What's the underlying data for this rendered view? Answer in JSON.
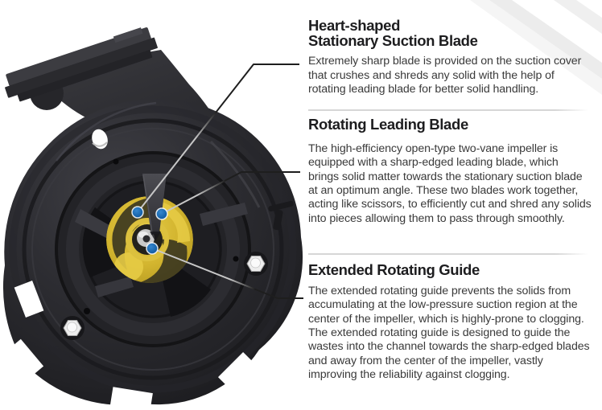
{
  "page": {
    "background": "#ffffff"
  },
  "figure": {
    "name": "pump-cutaway-photo",
    "description": "Dark cast-iron pump casing viewed from the suction side with a yellow two-vane impeller visible at the center opening",
    "callout_marker_color": "#1966ad",
    "impeller_color": "#d3b52f",
    "casing_color": "#2b2b30",
    "callouts": [
      {
        "marker": "stationary-suction-blade-marker"
      },
      {
        "marker": "rotating-leading-blade-marker"
      },
      {
        "marker": "extended-rotating-guide-marker"
      }
    ]
  },
  "sections": [
    {
      "title_lines": [
        "Heart-shaped",
        "Stationary Suction Blade"
      ],
      "body": "Extremely sharp blade is provided on the suction cover that crushes and shreds any solid with the help of rotating leading blade for better solid handling."
    },
    {
      "title_lines": [
        "Rotating Leading Blade"
      ],
      "body": "The high-efficiency open-type two-vane impeller is equipped with a sharp-edged leading blade, which brings solid matter towards the stationary suction blade at an optimum angle. These two blades work together, acting like scissors, to efficiently cut and shred any solids into pieces allowing them to pass through smoothly."
    },
    {
      "title_lines": [
        "Extended Rotating Guide"
      ],
      "body": "The extended rotating guide prevents the solids from accumulating at the low-pressure suction region at the center of the impeller, which is highly-prone to clogging. The extended rotating guide is designed to guide the wastes into the channel towards the sharp-edged blades and away from the center of the impeller, vastly improving the reliability against clogging."
    }
  ]
}
